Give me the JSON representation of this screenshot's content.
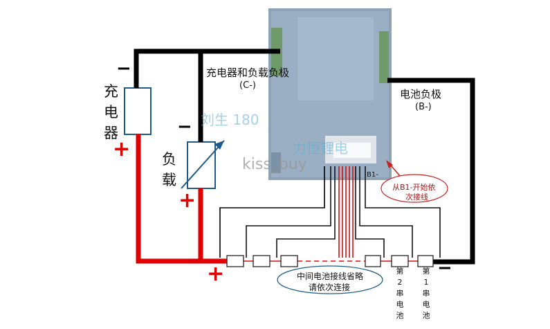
{
  "labels": {
    "charger_neg_and_load_neg": "充电器和负载负极",
    "charger_neg_and_load_neg_code": "(C-)",
    "battery_neg": "电池负极",
    "battery_neg_code": "(B-)",
    "charger": [
      "充",
      "电",
      "器"
    ],
    "load": [
      "负",
      "载"
    ],
    "b1_tag": "B1-",
    "b1_start_note": [
      "从B1-开始依",
      "次接线"
    ],
    "middle_note": [
      "中间电池接线省略",
      "请依次连接"
    ],
    "cell2": [
      "第",
      "2",
      "串",
      "电",
      "池"
    ],
    "cell1": [
      "第",
      "1",
      "串",
      "电",
      "池"
    ]
  },
  "signs": {
    "charger_minus": "−",
    "charger_plus": "+",
    "load_minus": "−",
    "load_plus": "+",
    "pack_plus": "+",
    "pack_minus": "−"
  },
  "watermark": {
    "contact": "刘生 180",
    "brand": "力恒锂电",
    "shop": "kiss_buy"
  },
  "colors": {
    "positive_wire": "#e00000",
    "negative_wire": "#000000",
    "board": "#8fa3b8",
    "note_ellipse": "#c82020"
  }
}
